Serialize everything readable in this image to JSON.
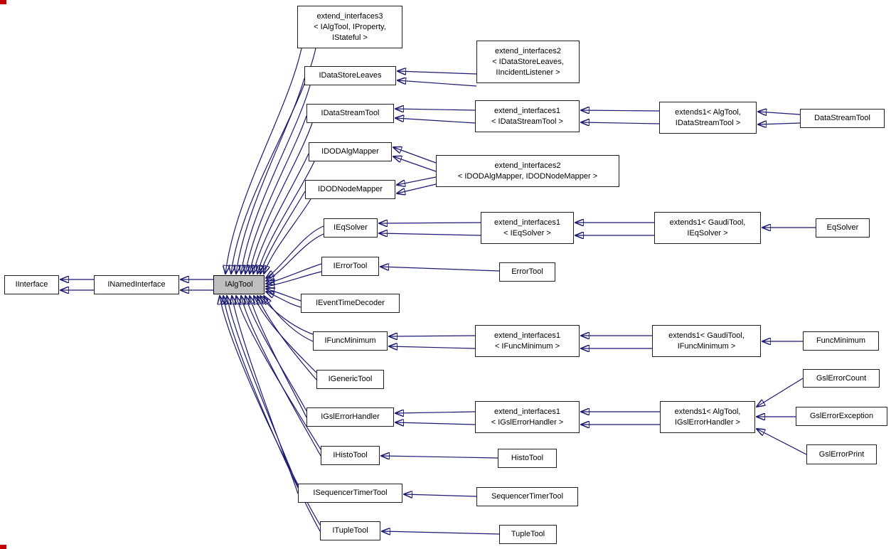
{
  "diagram": {
    "type": "class-inheritance-graph",
    "highlight_node": "IAlgTool",
    "colors": {
      "arrow": "#191970",
      "node_border": "#1f1f1f",
      "highlight_fill": "#bfbfbf",
      "background": "#ffffff",
      "corner_marker": "#c40000"
    },
    "nodes": {
      "iinterface": {
        "label": "IInterface"
      },
      "inamedinterface": {
        "label": "INamedInterface"
      },
      "ialgtool": {
        "label": "IAlgTool"
      },
      "ei3_algtool": {
        "line1": "extend_interfaces3",
        "line2": "< IAlgTool, IProperty,",
        "line3": "IStateful >"
      },
      "idatastoreleaves": {
        "label": "IDataStoreLeaves"
      },
      "idatastreamtool": {
        "label": "IDataStreamTool"
      },
      "idodalgmapper": {
        "label": "IDODAlgMapper"
      },
      "idodnodemapper": {
        "label": "IDODNodeMapper"
      },
      "ieqsolver": {
        "label": "IEqSolver"
      },
      "ierrortool": {
        "label": "IErrorTool"
      },
      "ieventtimedecoder": {
        "label": "IEventTimeDecoder"
      },
      "ifuncminimum": {
        "label": "IFuncMinimum"
      },
      "igenerictool": {
        "label": "IGenericTool"
      },
      "igslerrorhandler": {
        "label": "IGslErrorHandler"
      },
      "ihistotool": {
        "label": "IHistoTool"
      },
      "isequencertimertool": {
        "label": "ISequencerTimerTool"
      },
      "itupletool": {
        "label": "ITupleTool"
      },
      "ei2_datastoreleaves": {
        "line1": "extend_interfaces2",
        "line2": "< IDataStoreLeaves,",
        "line3": "IIncidentListener >"
      },
      "ei1_datastreamtool": {
        "line1": "extend_interfaces1",
        "line2": "< IDataStreamTool >"
      },
      "ei2_dodmapper": {
        "line1": "extend_interfaces2",
        "line2": "< IDODAlgMapper, IDODNodeMapper >"
      },
      "ei1_eqsolver": {
        "line1": "extend_interfaces1",
        "line2": "< IEqSolver >"
      },
      "errortool": {
        "label": "ErrorTool"
      },
      "ei1_funcminimum": {
        "line1": "extend_interfaces1",
        "line2": "< IFuncMinimum >"
      },
      "ei1_gslerrorhandler": {
        "line1": "extend_interfaces1",
        "line2": "< IGslErrorHandler >"
      },
      "histotool": {
        "label": "HistoTool"
      },
      "sequencertimertool": {
        "label": "SequencerTimerTool"
      },
      "tupletool": {
        "label": "TupleTool"
      },
      "ext1_datastreamtool": {
        "line1": "extends1< AlgTool,",
        "line2": "IDataStreamTool >"
      },
      "ext1_eqsolver": {
        "line1": "extends1< GaudiTool,",
        "line2": "IEqSolver >"
      },
      "ext1_funcminimum": {
        "line1": "extends1< GaudiTool,",
        "line2": "IFuncMinimum >"
      },
      "ext1_gslerrorhandler": {
        "line1": "extends1< AlgTool,",
        "line2": "IGslErrorHandler >"
      },
      "datastreamtool": {
        "label": "DataStreamTool"
      },
      "eqsolver": {
        "label": "EqSolver"
      },
      "funcminimum": {
        "label": "FuncMinimum"
      },
      "gslerrorcount": {
        "label": "GslErrorCount"
      },
      "gslerrorexception": {
        "label": "GslErrorException"
      },
      "gslerrorprint": {
        "label": "GslErrorPrint"
      }
    },
    "relations": [
      {
        "derived": "INamedInterface",
        "base": "IInterface"
      },
      {
        "derived": "IAlgTool",
        "base": "INamedInterface"
      },
      {
        "derived": "extend_interfaces3< IAlgTool, IProperty, IStateful >",
        "base": "IAlgTool"
      },
      {
        "derived": "IDataStoreLeaves",
        "base": "IAlgTool"
      },
      {
        "derived": "IDataStreamTool",
        "base": "IAlgTool"
      },
      {
        "derived": "IDODAlgMapper",
        "base": "IAlgTool"
      },
      {
        "derived": "IDODNodeMapper",
        "base": "IAlgTool"
      },
      {
        "derived": "IEqSolver",
        "base": "IAlgTool"
      },
      {
        "derived": "IErrorTool",
        "base": "IAlgTool"
      },
      {
        "derived": "IEventTimeDecoder",
        "base": "IAlgTool"
      },
      {
        "derived": "IFuncMinimum",
        "base": "IAlgTool"
      },
      {
        "derived": "IGenericTool",
        "base": "IAlgTool"
      },
      {
        "derived": "IGslErrorHandler",
        "base": "IAlgTool"
      },
      {
        "derived": "IHistoTool",
        "base": "IAlgTool"
      },
      {
        "derived": "ISequencerTimerTool",
        "base": "IAlgTool"
      },
      {
        "derived": "ITupleTool",
        "base": "IAlgTool"
      },
      {
        "derived": "extend_interfaces2< IDataStoreLeaves, IIncidentListener >",
        "base": "IDataStoreLeaves"
      },
      {
        "derived": "extend_interfaces1< IDataStreamTool >",
        "base": "IDataStreamTool"
      },
      {
        "derived": "extends1< AlgTool, IDataStreamTool >",
        "base": "extend_interfaces1< IDataStreamTool >"
      },
      {
        "derived": "DataStreamTool",
        "base": "extends1< AlgTool, IDataStreamTool >"
      },
      {
        "derived": "extend_interfaces2< IDODAlgMapper, IDODNodeMapper >",
        "base": "IDODAlgMapper"
      },
      {
        "derived": "extend_interfaces2< IDODAlgMapper, IDODNodeMapper >",
        "base": "IDODNodeMapper"
      },
      {
        "derived": "extend_interfaces1< IEqSolver >",
        "base": "IEqSolver"
      },
      {
        "derived": "extends1< GaudiTool, IEqSolver >",
        "base": "extend_interfaces1< IEqSolver >"
      },
      {
        "derived": "EqSolver",
        "base": "extends1< GaudiTool, IEqSolver >"
      },
      {
        "derived": "ErrorTool",
        "base": "IErrorTool"
      },
      {
        "derived": "extend_interfaces1< IFuncMinimum >",
        "base": "IFuncMinimum"
      },
      {
        "derived": "extends1< GaudiTool, IFuncMinimum >",
        "base": "extend_interfaces1< IFuncMinimum >"
      },
      {
        "derived": "FuncMinimum",
        "base": "extends1< GaudiTool, IFuncMinimum >"
      },
      {
        "derived": "extend_interfaces1< IGslErrorHandler >",
        "base": "IGslErrorHandler"
      },
      {
        "derived": "extends1< AlgTool, IGslErrorHandler >",
        "base": "extend_interfaces1< IGslErrorHandler >"
      },
      {
        "derived": "GslErrorCount",
        "base": "extends1< AlgTool, IGslErrorHandler >"
      },
      {
        "derived": "GslErrorException",
        "base": "extends1< AlgTool, IGslErrorHandler >"
      },
      {
        "derived": "GslErrorPrint",
        "base": "extends1< AlgTool, IGslErrorHandler >"
      },
      {
        "derived": "HistoTool",
        "base": "IHistoTool"
      },
      {
        "derived": "SequencerTimerTool",
        "base": "ISequencerTimerTool"
      },
      {
        "derived": "TupleTool",
        "base": "ITupleTool"
      }
    ]
  }
}
